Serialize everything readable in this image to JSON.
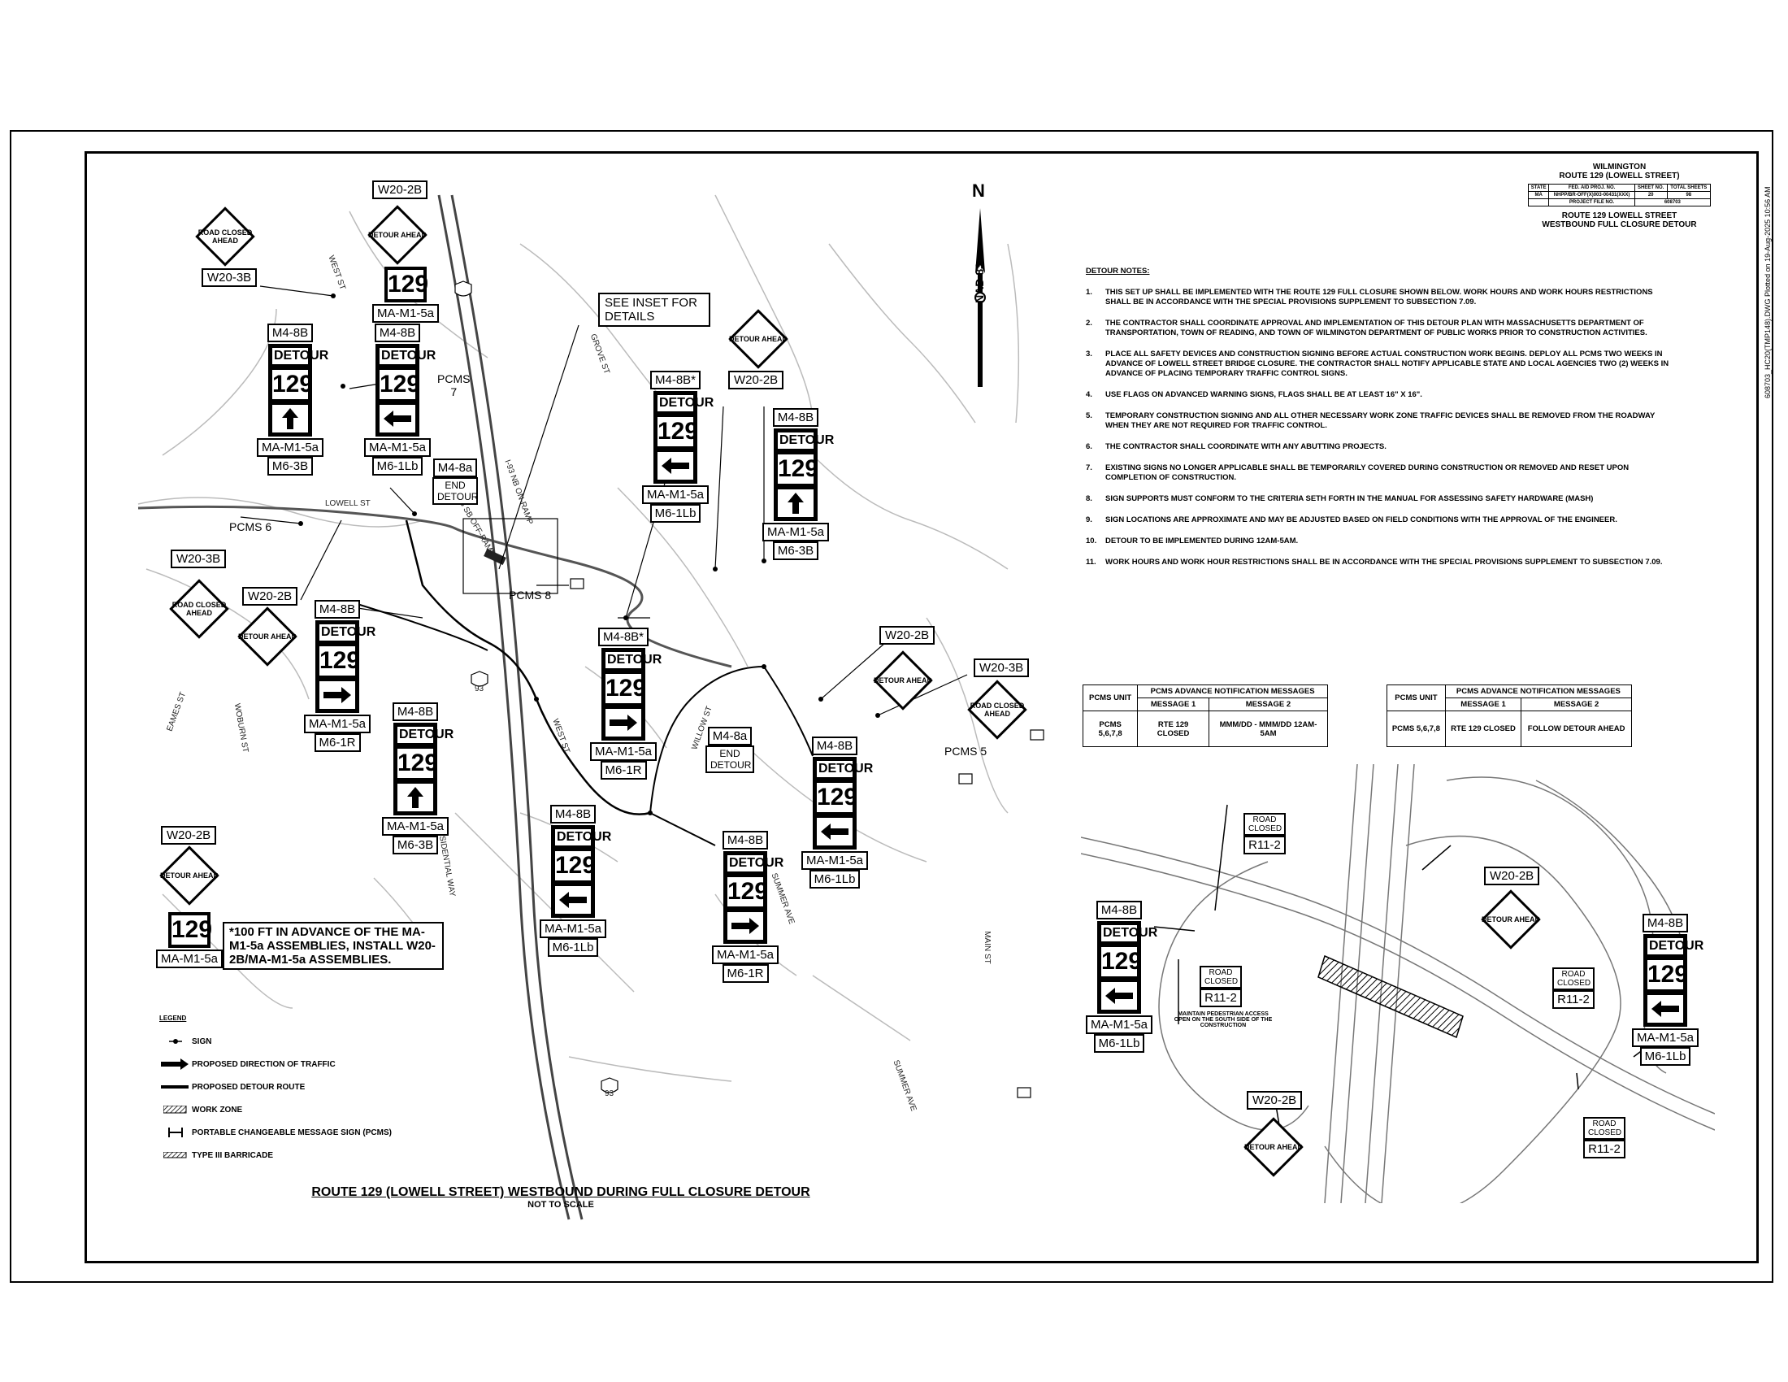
{
  "plot_stamp": "608703_HC20(TMP148).DWG   Plotted on 19-Aug-2025 10:56 AM",
  "title_block": {
    "town": "WILMINGTON",
    "route": "ROUTE 129 (LOWELL STREET)",
    "hdr_state": "STATE",
    "hdr_fed": "FED. AID PROJ. NO.",
    "hdr_sheet": "SHEET NO.",
    "hdr_total": "TOTAL SHEETS",
    "state": "MA",
    "fed": "NHPP/BR-OFF(X)003-00431(XXX)",
    "sheet_no": "20",
    "total": "98",
    "file_label": "PROJECT FILE NO.",
    "file_no": "608703",
    "sub1": "ROUTE 129 LOWELL STREET",
    "sub2": "WESTBOUND FULL CLOSURE DETOUR"
  },
  "notes": {
    "heading": "DETOUR NOTES:",
    "items": [
      {
        "n": "1.",
        "t": "THIS SET UP SHALL BE IMPLEMENTED WITH THE ROUTE 129 FULL CLOSURE SHOWN BELOW. WORK HOURS AND WORK HOURS RESTRICTIONS SHALL BE IN ACCORDANCE WITH THE SPECIAL PROVISIONS SUPPLEMENT TO SUBSECTION 7.09."
      },
      {
        "n": "2.",
        "t": "THE CONTRACTOR SHALL COORDINATE APPROVAL AND IMPLEMENTATION OF THIS DETOUR PLAN WITH MASSACHUSETTS DEPARTMENT OF TRANSPORTATION, TOWN OF READING, AND TOWN OF WILMINGTON DEPARTMENT OF PUBLIC WORKS PRIOR TO CONSTRUCTION ACTIVITIES."
      },
      {
        "n": "3.",
        "t": "PLACE ALL SAFETY DEVICES AND CONSTRUCTION SIGNING BEFORE ACTUAL CONSTRUCTION WORK BEGINS. DEPLOY ALL PCMS TWO WEEKS IN ADVANCE OF LOWELL STREET BRIDGE CLOSURE. THE CONTRACTOR SHALL NOTIFY APPLICABLE STATE AND LOCAL AGENCIES TWO (2) WEEKS IN ADVANCE OF PLACING TEMPORARY TRAFFIC CONTROL SIGNS."
      },
      {
        "n": "4.",
        "t": "USE FLAGS ON ADVANCED WARNING SIGNS, FLAGS SHALL BE AT LEAST 16\" X 16\"."
      },
      {
        "n": "5.",
        "t": "TEMPORARY CONSTRUCTION SIGNING AND ALL OTHER NECESSARY WORK ZONE TRAFFIC DEVICES SHALL BE REMOVED FROM THE ROADWAY WHEN THEY ARE NOT REQUIRED FOR TRAFFIC CONTROL."
      },
      {
        "n": "6.",
        "t": "THE CONTRACTOR SHALL COORDINATE WITH ANY ABUTTING PROJECTS."
      },
      {
        "n": "7.",
        "t": "EXISTING SIGNS NO LONGER APPLICABLE SHALL BE TEMPORARILY COVERED DURING CONSTRUCTION OR REMOVED AND RESET UPON COMPLETION OF CONSTRUCTION."
      },
      {
        "n": "8.",
        "t": "SIGN SUPPORTS MUST CONFORM TO THE CRITERIA SETH FORTH IN THE MANUAL FOR ASSESSING SAFETY HARDWARE (MASH)"
      },
      {
        "n": "9.",
        "t": "SIGN LOCATIONS ARE APPROXIMATE AND MAY BE ADJUSTED BASED ON FIELD CONDITIONS WITH THE APPROVAL OF THE ENGINEER."
      },
      {
        "n": "10.",
        "t": "DETOUR TO BE IMPLEMENTED DURING 12AM-5AM."
      },
      {
        "n": "11.",
        "t": "WORK HOURS AND WORK HOUR RESTRICTIONS SHALL BE IN ACCORDANCE WITH THE SPECIAL PROVISIONS SUPPLEMENT TO SUBSECTION 7.09."
      }
    ]
  },
  "pcms_tables": [
    {
      "unit_hdr": "PCMS UNIT",
      "adv_hdr": "PCMS ADVANCE NOTIFICATION MESSAGES",
      "m1_hdr": "MESSAGE 1",
      "m2_hdr": "MESSAGE 2",
      "unit": "PCMS 5,6,7,8",
      "m1": "RTE 129 CLOSED",
      "m2": "MMM/DD - MMM/DD 12AM-5AM"
    },
    {
      "unit_hdr": "PCMS UNIT",
      "adv_hdr": "PCMS ADVANCE NOTIFICATION MESSAGES",
      "m1_hdr": "MESSAGE 1",
      "m2_hdr": "MESSAGE 2",
      "unit": "PCMS 5,6,7,8",
      "m1": "RTE 129 CLOSED",
      "m2": "FOLLOW DETOUR AHEAD"
    }
  ],
  "labels": {
    "w20_3b": "W20-3B",
    "w20_2b": "W20-2B",
    "m4_8b": "M4-8B",
    "m4_8b_star": "M4-8B*",
    "m4_8a": "M4-8a",
    "ma_m1_5a": "MA-M1-5a",
    "m6_3b": "M6-3B",
    "m6_1lb": "M6-1Lb",
    "m6_1r": "M6-1R",
    "r11_2": "R11-2",
    "detour": "DETOUR",
    "route": "129",
    "end_detour": "END DETOUR",
    "road_closed_ahead": "ROAD CLOSED AHEAD",
    "detour_ahead": "DETOUR AHEAD",
    "road_closed": "ROAD CLOSED",
    "pcms5": "PCMS 5",
    "pcms6": "PCMS 6",
    "pcms7": "PCMS\n7",
    "pcms8": "PCMS 8",
    "see_inset": "SEE INSET FOR DETAILS",
    "advance_note": "*100 FT IN ADVANCE OF THE MA-M1-5a ASSEMBLIES, INSTALL W20-2B/MA-M1-5a ASSEMBLIES.",
    "north": "N",
    "nad": "NAD 83",
    "ped_note": "MAINTAIN PEDESTRIAN ACCESS OPEN ON THE SOUTH SIDE OF THE CONSTRUCTION"
  },
  "roads": [
    "LOWELL ST",
    "WEST ST",
    "GROVE ST",
    "WILLOW ST",
    "WOBURN ST",
    "EAMES ST",
    "PRESIDENTIAL WAY",
    "SUMMER AVE",
    "MAIN ST",
    "I-93 SB OFF-RAMP",
    "I-93 NB ON-RAMP",
    "93"
  ],
  "legend": {
    "heading": "LEGEND",
    "items": [
      "SIGN",
      "PROPOSED DIRECTION OF TRAFFIC",
      "PROPOSED DETOUR ROUTE",
      "WORK ZONE",
      "PORTABLE CHANGEABLE MESSAGE SIGN (PCMS)",
      "TYPE III BARRICADE"
    ]
  },
  "title": {
    "main": "ROUTE 129 (LOWELL STREET) WESTBOUND DURING FULL CLOSURE DETOUR",
    "sub": "NOT TO SCALE"
  }
}
